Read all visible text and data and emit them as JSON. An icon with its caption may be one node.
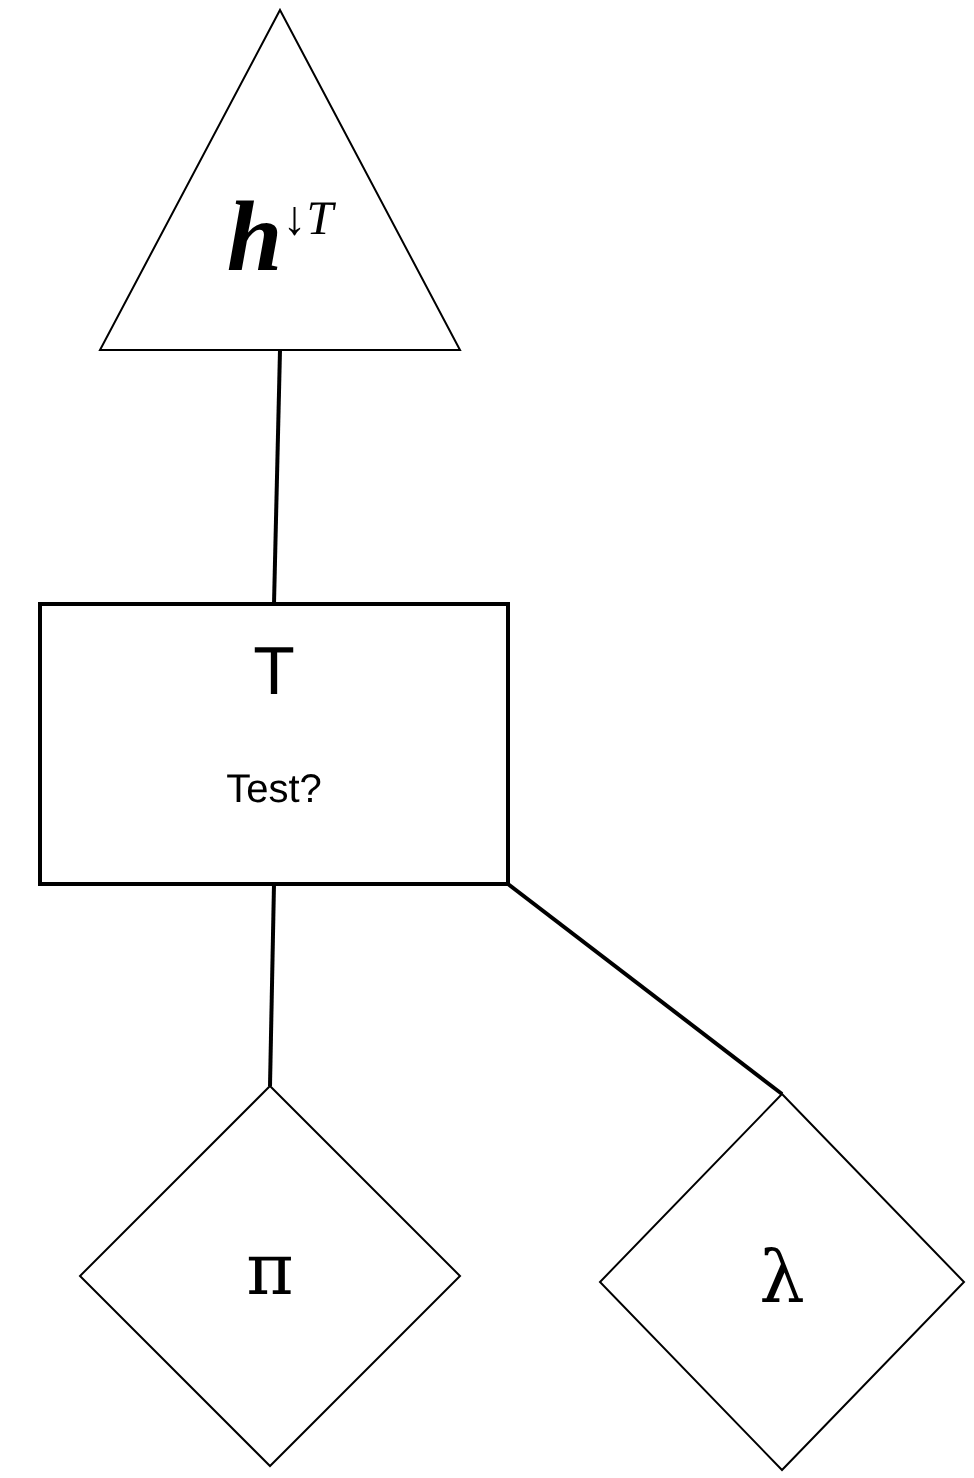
{
  "diagram": {
    "nodes": [
      {
        "text": [
          "**h**$^{↓T}$"
        ]
      },
      {
        "text": [
          "T",
          "Test?"
        ]
      },
      {
        "text": [
          "π"
        ]
      },
      {
        "text": [
          "λ"
        ]
      }
    ],
    "edges": [
      {
        "from": 0,
        "to": 1,
        "arrow": "none"
      },
      {
        "from": 1,
        "to": 2,
        "arrow": "none"
      },
      {
        "from": 1,
        "to": 3,
        "arrow": "none"
      }
    ]
  }
}
